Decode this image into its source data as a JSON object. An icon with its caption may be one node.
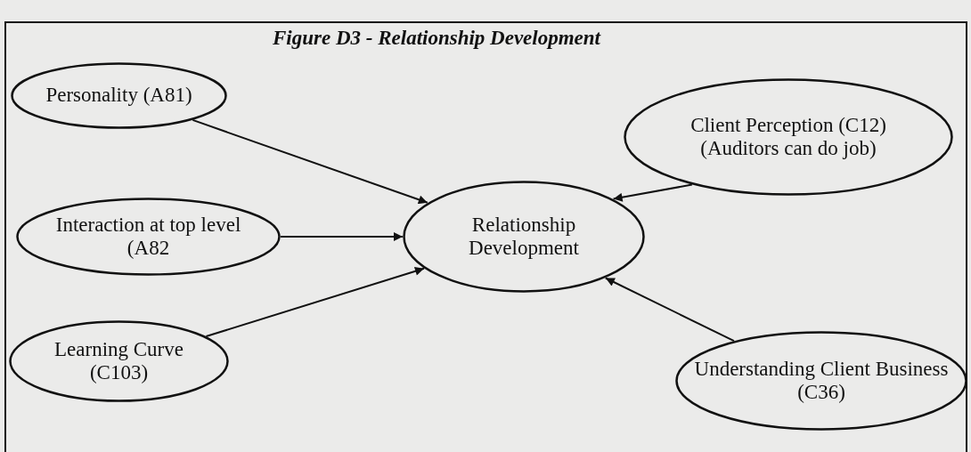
{
  "diagram": {
    "title": "Figure D3 -  Relationship Development",
    "nodes": [
      {
        "text": [
          "Personality (A81)"
        ]
      },
      {
        "text": [
          "Client Perception  (C12) (Auditors can do job)"
        ]
      },
      {
        "text": [
          "Interaction at top level (A82"
        ]
      },
      {
        "text": [
          "Relationship Development"
        ]
      },
      {
        "text": [
          "Learning Curve (C103)"
        ]
      },
      {
        "text": [
          "Understanding Client Business (C36)"
        ]
      }
    ],
    "edges": [
      {
        "from": 0,
        "to": 3,
        "arrow": "to"
      },
      {
        "from": 1,
        "to": 3,
        "arrow": "to"
      },
      {
        "from": 2,
        "to": 3,
        "arrow": "to"
      },
      {
        "from": 4,
        "to": 3,
        "arrow": "to"
      },
      {
        "from": 5,
        "to": 3,
        "arrow": "to"
      }
    ]
  }
}
